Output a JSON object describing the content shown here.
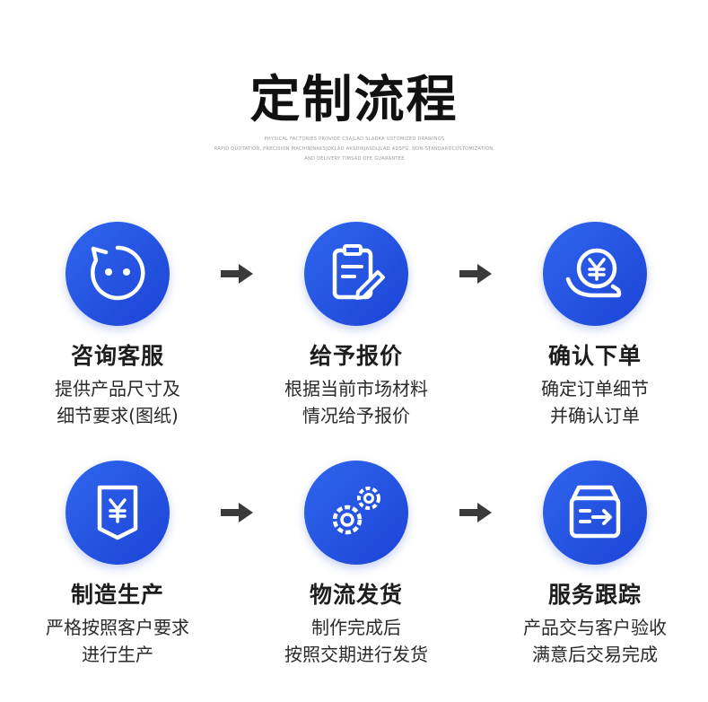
{
  "header": {
    "title": "定制流程",
    "subtitle_line1": "PHYSICAL FACTORIES PROVIDE CSAJLAD SLADKA USTOMIZED DRAWINGS",
    "subtitle_line2": "RAPID QUOTATION, PRECISION MACHININAKSJDKLAD AKSDIKJASDLJLAD ADSFG, NON-STANDARDCUSTOMIZATION,",
    "subtitle_line3": "AND DELIVERY TIMSAD OFE GUARANTEE"
  },
  "steps": [
    {
      "title": "咨询客服",
      "desc1": "提供产品尺寸及",
      "desc2": "细节要求(图纸)",
      "icon": "chat-face-icon"
    },
    {
      "title": "给予报价",
      "desc1": "根据当前市场材料",
      "desc2": "情况给予报价",
      "icon": "quote-document-icon"
    },
    {
      "title": "确认下单",
      "desc1": "确定订单细节",
      "desc2": "并确认订单",
      "icon": "yen-coin-hand-icon"
    },
    {
      "title": "制造生产",
      "desc1": "严格按照客户要求",
      "desc2": "进行生产",
      "icon": "yen-box-icon"
    },
    {
      "title": "物流发货",
      "desc1": "制作完成后",
      "desc2": "按照交期进行发货",
      "icon": "gears-icon"
    },
    {
      "title": "服务跟踪",
      "desc1": "产品交与客户验收",
      "desc2": "满意后交易完成",
      "icon": "delivery-box-icon"
    }
  ],
  "colors": {
    "accent": "#2a5be8",
    "arrow": "#3a3a3a"
  }
}
